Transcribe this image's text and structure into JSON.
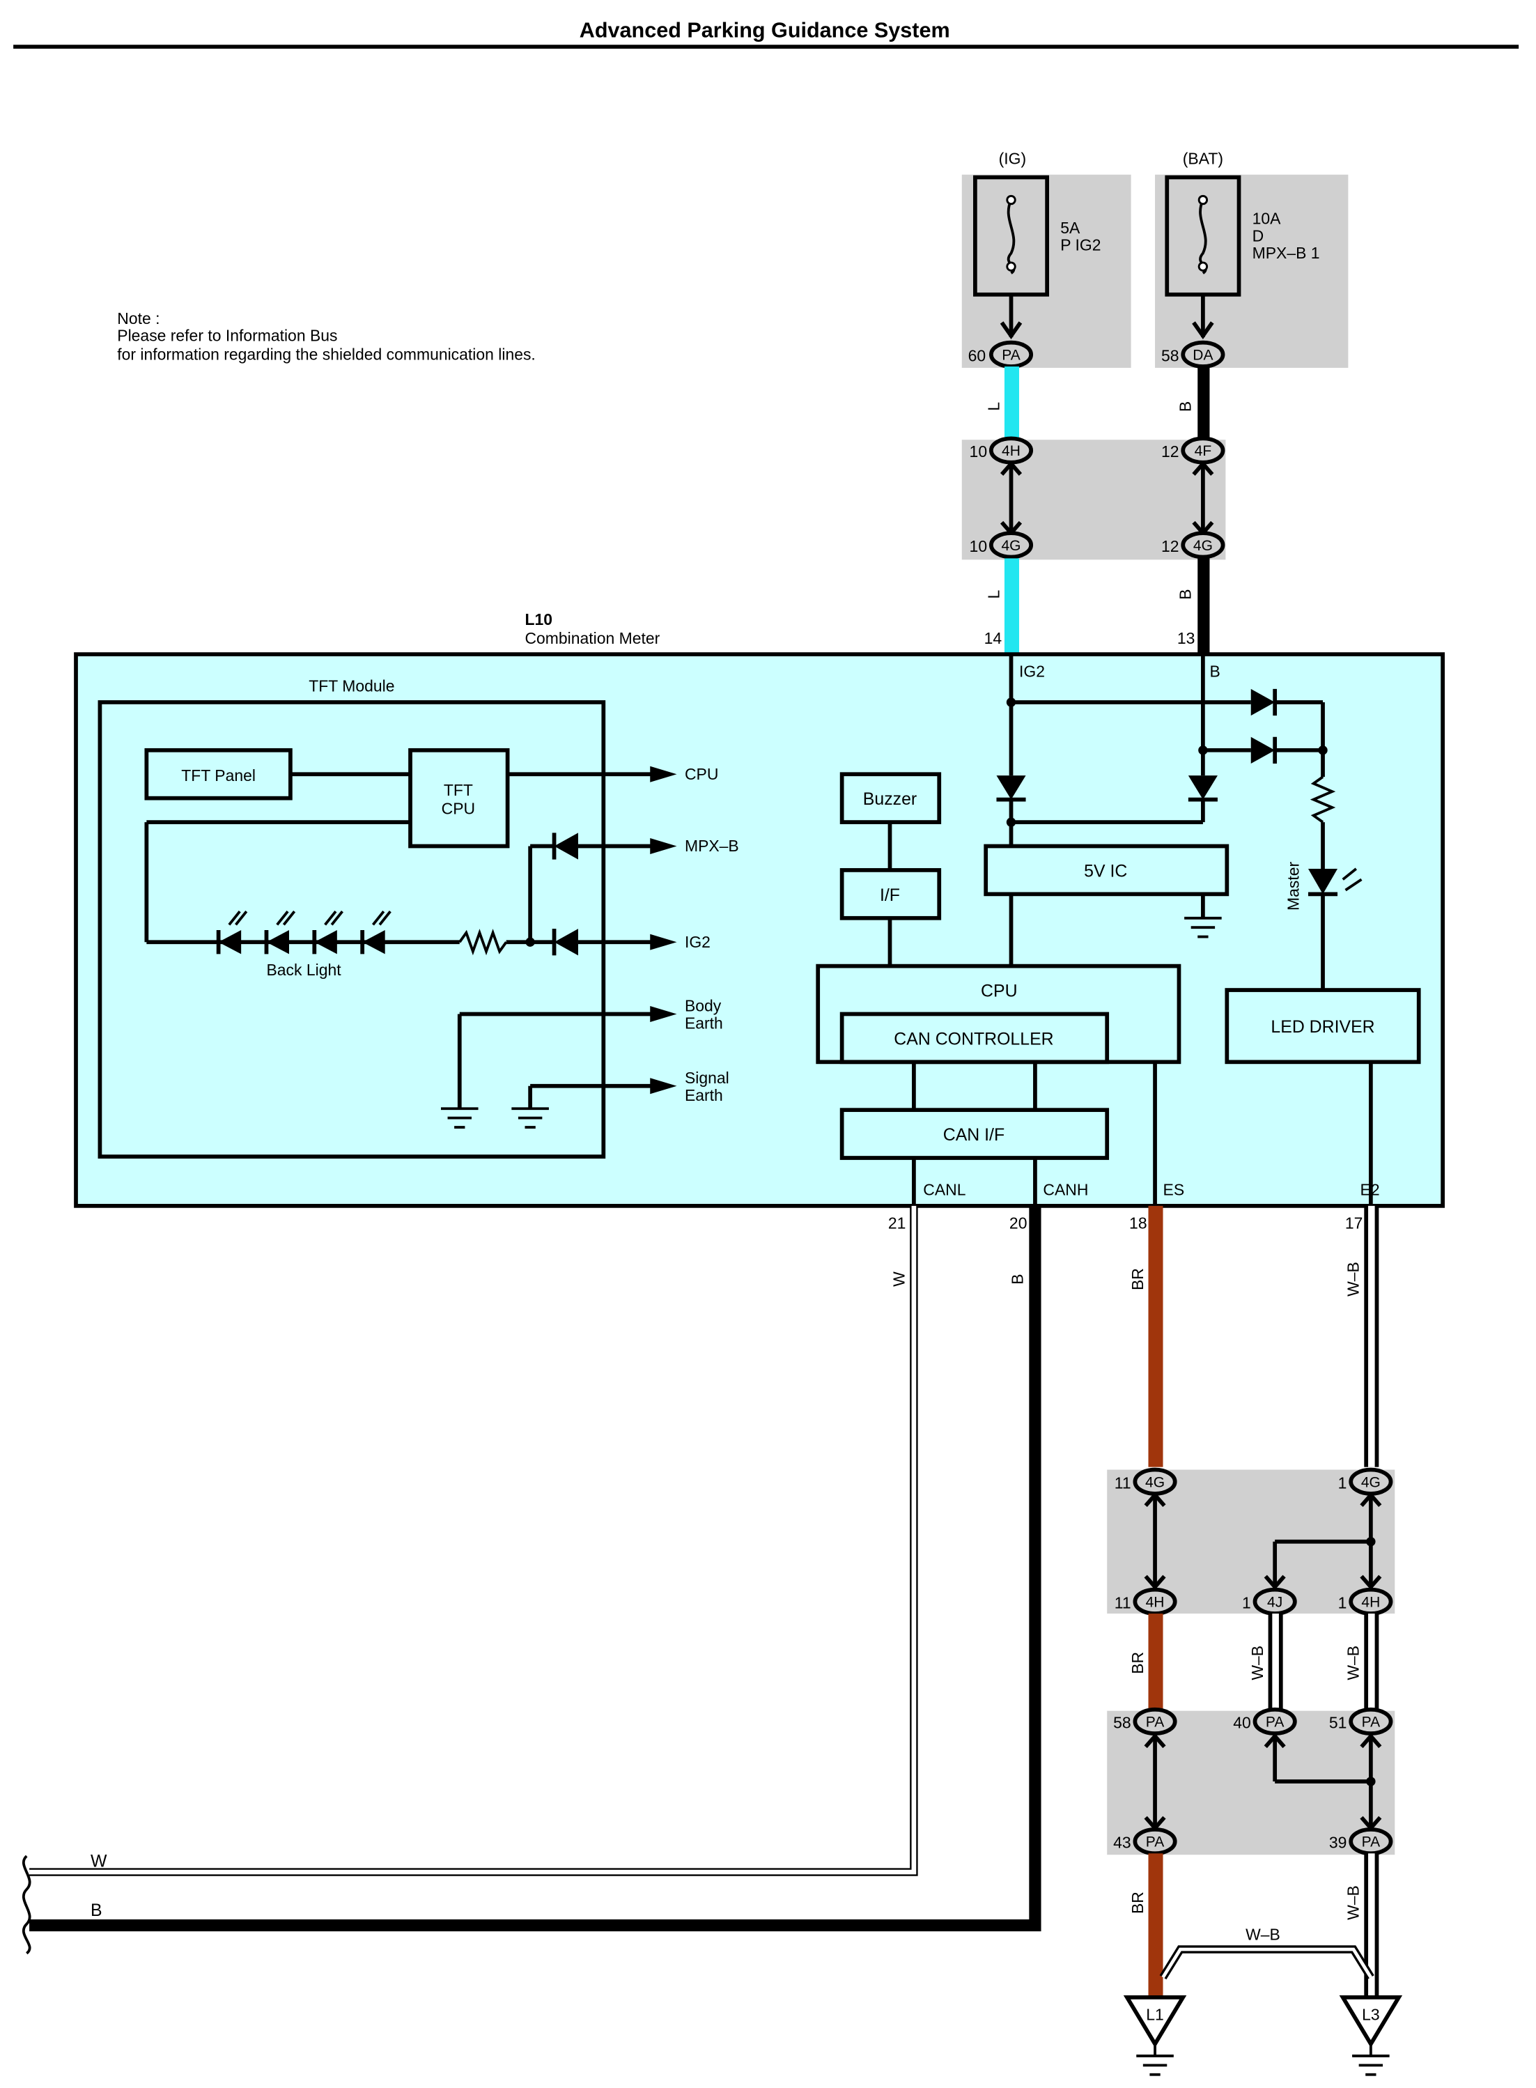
{
  "title": "Advanced Parking Guidance System",
  "note": {
    "line1": "Note :",
    "line2": "Please refer to Information Bus",
    "line3": "for information regarding the shielded communication lines."
  },
  "fuses": {
    "ig": {
      "source": "(IG)",
      "amp": "5A",
      "name": "P IG2",
      "pin": "60",
      "conn": "PA"
    },
    "bat": {
      "source": "(BAT)",
      "amp": "10A",
      "line2": "D",
      "name": "MPX–B 1",
      "pin": "58",
      "conn": "DA"
    }
  },
  "junction_top": {
    "left_top": {
      "pin": "10",
      "conn": "4H"
    },
    "left_bottom": {
      "pin": "10",
      "conn": "4G"
    },
    "right_top": {
      "pin": "12",
      "conn": "4F"
    },
    "right_bottom": {
      "pin": "12",
      "conn": "4G"
    }
  },
  "wire_colors": {
    "L": "L",
    "B": "B",
    "W": "W",
    "BR": "BR",
    "WB": "W–B"
  },
  "colors": {
    "light_blue_wire": "#22e6f0",
    "brown_wire": "#a0350c",
    "component_fill": "#ccffff",
    "connector_block": "#d0d0d0"
  },
  "meter": {
    "code": "L10",
    "name": "Combination Meter",
    "pin_ig2": "14",
    "pin_b": "13",
    "label_ig2": "IG2",
    "label_b": "B",
    "tft_module": "TFT Module",
    "tft_panel": "TFT Panel",
    "tft_cpu_1": "TFT",
    "tft_cpu_2": "CPU",
    "out_cpu": "CPU",
    "out_mpxb": "MPX–B",
    "out_ig2": "IG2",
    "out_body_earth_1": "Body",
    "out_body_earth_2": "Earth",
    "out_signal_earth_1": "Signal",
    "out_signal_earth_2": "Earth",
    "back_light": "Back Light",
    "buzzer": "Buzzer",
    "if": "I/F",
    "ic_5v": "5V IC",
    "cpu": "CPU",
    "can_controller": "CAN CONTROLLER",
    "can_if": "CAN I/F",
    "master": "Master",
    "led_driver": "LED DRIVER",
    "term_canl": "CANL",
    "term_canh": "CANH",
    "term_es": "ES",
    "term_e2": "E2",
    "pin_canl": "21",
    "pin_canh": "20",
    "pin_es": "18",
    "pin_e2": "17"
  },
  "lower_junctions": {
    "j1_l": {
      "pin": "11",
      "conn": "4G"
    },
    "j1_r": {
      "pin": "1",
      "conn": "4G"
    },
    "j2_l": {
      "pin": "11",
      "conn": "4H"
    },
    "j2_m": {
      "pin": "1",
      "conn": "4J"
    },
    "j2_r": {
      "pin": "1",
      "conn": "4H"
    },
    "j3_l": {
      "pin": "58",
      "conn": "PA"
    },
    "j3_m": {
      "pin": "40",
      "conn": "PA"
    },
    "j3_r": {
      "pin": "51",
      "conn": "PA"
    },
    "j4_l": {
      "pin": "43",
      "conn": "PA"
    },
    "j4_r": {
      "pin": "39",
      "conn": "PA"
    }
  },
  "grounds": {
    "l1": "L1",
    "l3": "L3"
  },
  "left_wires": {
    "w": "W",
    "b": "B"
  }
}
